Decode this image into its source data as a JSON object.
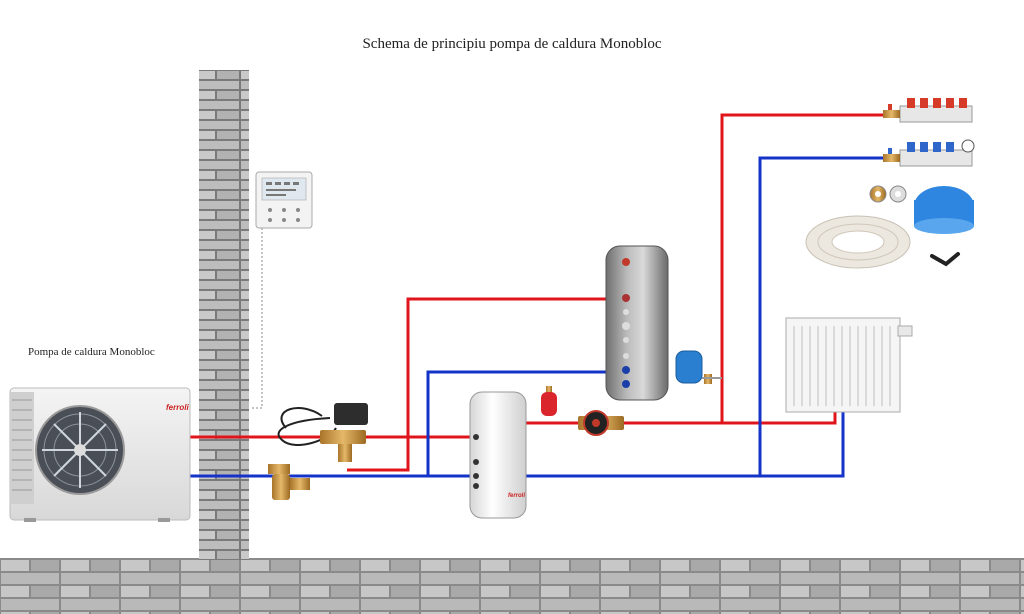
{
  "diagram": {
    "title": "Schema de principiu pompa de caldura Monobloc",
    "heat_pump_label": "Pompa de caldura Monobloc",
    "brand_heat_pump": "ferroli",
    "brand_boiler": "ferroli",
    "colors": {
      "hot_pipe": "#e0141b",
      "cold_pipe": "#1633c9",
      "wall": "#8c8c8c",
      "expansion_red": "#d9252b",
      "expansion_blue": "#2a7fd0"
    },
    "components": [
      "heat-pump-outdoor-unit",
      "wall-controller",
      "three-way-valve",
      "dirt-filter",
      "dhw-boiler",
      "buffer-tank",
      "circulation-pump",
      "expansion-vessel-red",
      "expansion-vessel-blue",
      "underfloor-manifold",
      "pex-pipe-roll",
      "edge-insulation-strip",
      "radiator"
    ]
  }
}
